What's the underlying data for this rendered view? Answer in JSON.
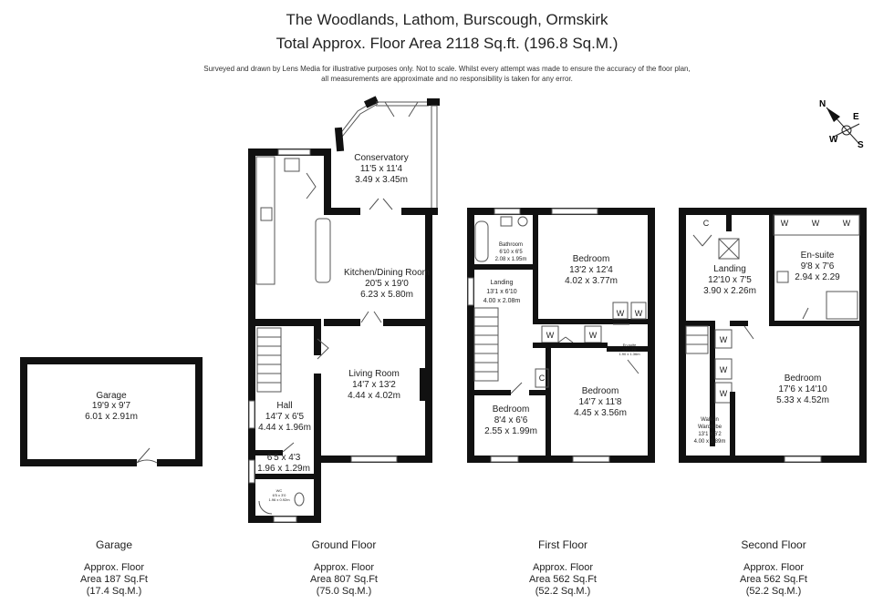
{
  "header": {
    "title": "The Woodlands, Lathom, Burscough, Ormskirk",
    "area": "Total Approx. Floor Area 2118 Sq.ft. (196.8 Sq.M.)",
    "disclaimer_1": "Surveyed and drawn by Lens Media for illustrative purposes only. Not to scale. Whilst every attempt was made to ensure the accuracy of the floor plan,",
    "disclaimer_2": "all measurements are approximate and no responsibility is taken for any error."
  },
  "compass": {
    "n": "N",
    "e": "E",
    "s": "S",
    "w": "W"
  },
  "rooms": {
    "garage": {
      "name": "Garage",
      "imp": "19'9 x 9'7",
      "met": "6.01 x 2.91m"
    },
    "conservatory": {
      "name": "Conservatory",
      "imp": "11'5 x 11'4",
      "met": "3.49 x 3.45m"
    },
    "kitchen": {
      "name": "Kitchen/Dining Room",
      "imp": "20'5 x 19'0",
      "met": "6.23 x 5.80m"
    },
    "living": {
      "name": "Living Room",
      "imp": "14'7 x 13'2",
      "met": "4.44 x 4.02m"
    },
    "hall": {
      "name": "Hall",
      "imp": "14'7 x 6'5",
      "met": "4.44 x 1.96m"
    },
    "porch": {
      "imp": "6'5 x 4'3",
      "met": "1.96 x 1.29m"
    },
    "wc": {
      "name": "WC",
      "imp": "6'5 x 3'0",
      "met": "1.96 x 0.92m"
    },
    "bathroom": {
      "name": "Bathroom",
      "imp": "6'10 x 6'5",
      "met": "2.08 x 1.95m"
    },
    "landing1": {
      "name": "Landing",
      "imp": "13'1 x 6'10",
      "met": "4.00 x 2.08m"
    },
    "bed1": {
      "name": "Bedroom",
      "imp": "13'2 x 12'4",
      "met": "4.02 x 3.77m"
    },
    "ensuite1": {
      "name": "En-suite",
      "imp": "6'3 x 4'6",
      "met": "1.90 x 1.36m"
    },
    "bed2": {
      "name": "Bedroom",
      "imp": "14'7 x 11'8",
      "met": "4.45 x 3.56m"
    },
    "bed3": {
      "name": "Bedroom",
      "imp": "8'4 x 6'6",
      "met": "2.55 x 1.99m"
    },
    "landing2": {
      "name": "Landing",
      "imp": "12'10 x 7'5",
      "met": "3.90 x 2.26m"
    },
    "ensuite2": {
      "name": "En-suite",
      "imp": "9'8 x 7'6",
      "met": "2.94 x 2.29"
    },
    "bed4": {
      "name": "Bedroom",
      "imp": "17'6 x 14'10",
      "met": "5.33 x 4.52m"
    },
    "walkin": {
      "name1": "Walk-in",
      "name2": "Wardrobe",
      "imp": "13'1 x 6'2",
      "met": "4.00 x 1.89m"
    }
  },
  "markers": {
    "w": "W",
    "c": "C"
  },
  "floors": {
    "garage": {
      "name": "Garage",
      "l1": "Approx. Floor",
      "l2": "Area 187 Sq.Ft",
      "l3": "(17.4 Sq.M.)"
    },
    "ground": {
      "name": "Ground Floor",
      "l1": "Approx. Floor",
      "l2": "Area 807 Sq.Ft",
      "l3": "(75.0 Sq.M.)"
    },
    "first": {
      "name": "First Floor",
      "l1": "Approx. Floor",
      "l2": "Area 562 Sq.Ft",
      "l3": "(52.2 Sq.M.)"
    },
    "second": {
      "name": "Second Floor",
      "l1": "Approx. Floor",
      "l2": "Area 562 Sq.Ft",
      "l3": "(52.2 Sq.M.)"
    }
  }
}
